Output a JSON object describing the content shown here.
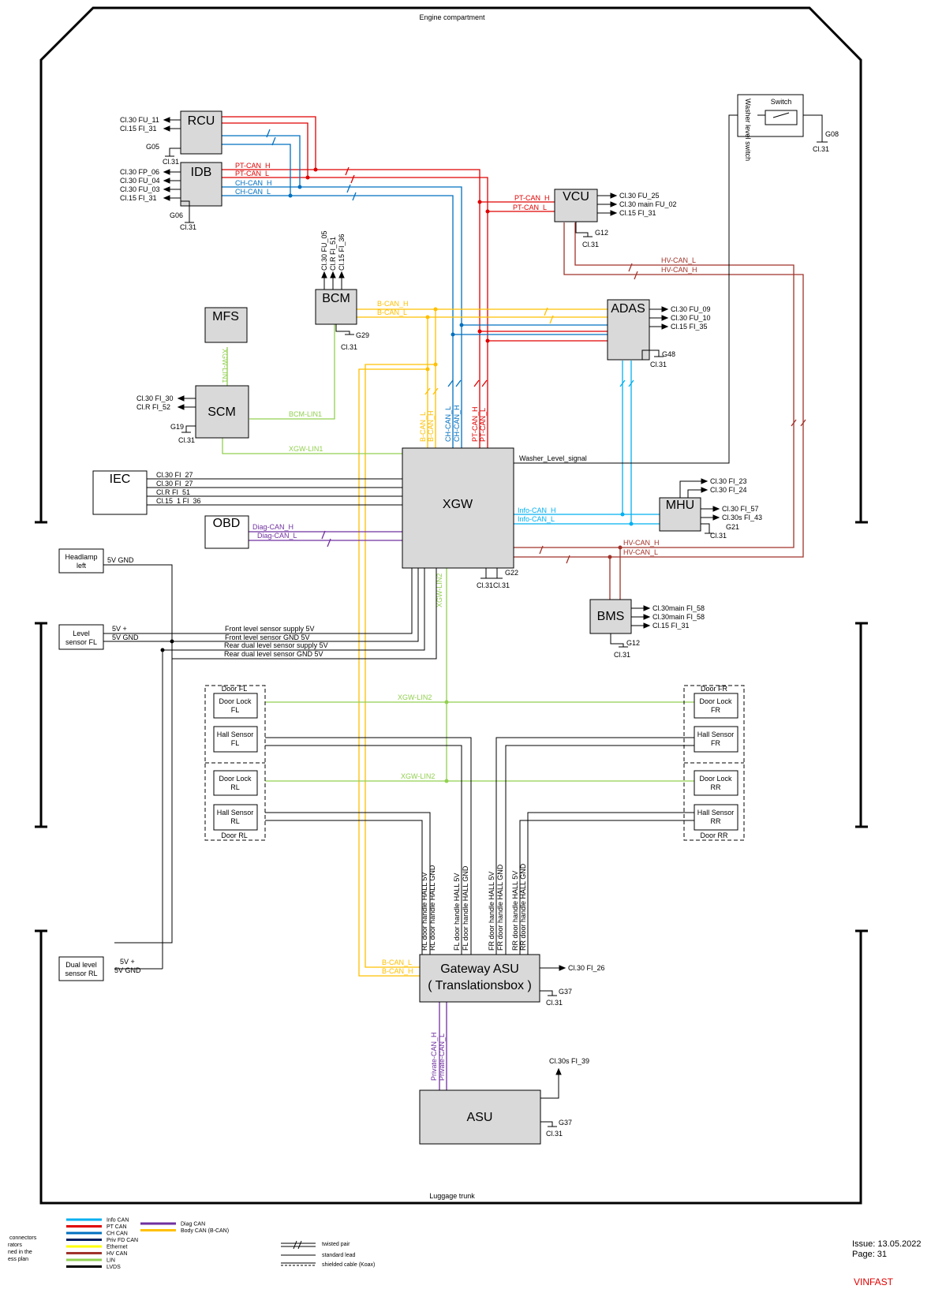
{
  "header": {
    "top": "Engine compartment",
    "bottom": "Luggage trunk"
  },
  "modules": {
    "rcu": "RCU",
    "idb": "IDB",
    "vcu": "VCU",
    "bcm": "BCM",
    "mfs": "MFS",
    "adas": "ADAS",
    "scm": "SCM",
    "iec": "IEC",
    "obd": "OBD",
    "xgw": "XGW",
    "mhu": "MHU",
    "bms": "BMS",
    "switch": "Switch",
    "washer": "Washer level switch",
    "gateway_asu_1": "Gateway ASU",
    "gateway_asu_2": "( Translationsbox )",
    "asu": "ASU"
  },
  "peripherals": {
    "headlamp_left": [
      "Headlamp",
      "left"
    ],
    "level_sensor_fl": [
      "Level",
      "sensor FL"
    ],
    "dual_level_rl": [
      "Dual level",
      "sensor RL"
    ],
    "door_lock_fl": [
      "Door Lock",
      "FL"
    ],
    "hall_sensor_fl": [
      "Hall Sensor",
      "FL"
    ],
    "door_lock_rl": [
      "Door Lock",
      "RL"
    ],
    "hall_sensor_rl": [
      "Hall Sensor",
      "RL"
    ],
    "door_lock_fr": [
      "Door Lock",
      "FR"
    ],
    "hall_sensor_fr": [
      "Hall Sensor",
      "FR"
    ],
    "door_lock_rr": [
      "Door Lock",
      "RR"
    ],
    "hall_sensor_rr": [
      "Hall Sensor",
      "RR"
    ],
    "group_fl": "Door FL",
    "group_rl": "Door RL",
    "group_fr": "Door FR",
    "group_rr": "Door RR"
  },
  "power": {
    "rcu": [
      "Cl.30 FU_11",
      "Cl.15 FI_31"
    ],
    "idb": [
      "Cl.30 FP_06",
      "Cl.30 FU_04",
      "Cl.30 FU_03",
      "Cl.15 FI_31"
    ],
    "vcu": [
      "Cl.30 FU_25",
      "Cl.30 main FU_02",
      "Cl.15 FI_31"
    ],
    "bcm": [
      "Cl.30 FU_05",
      "Cl.R FI_51",
      "Cl.15 FI_36"
    ],
    "adas": [
      "Cl.30 FU_09",
      "Cl.30 FU_10",
      "Cl.15 FI_35"
    ],
    "scm": [
      "Cl.30 FI_30",
      "Cl.R FI_52"
    ],
    "iec": [
      "Cl.30 FI_27",
      "Cl.30 FI_27",
      "Cl.R FI_51",
      "Cl.15_1 FI_36"
    ],
    "mhu": [
      "Cl.30 FI_23",
      "Cl.30 FI_24",
      "Cl.30 FI_57",
      "Cl.30s FI_43"
    ],
    "bms": [
      "Cl.30main FI_58",
      "Cl.30main FI_58",
      "Cl.15 FI_31"
    ],
    "gateway_asu": "Cl.30 FI_26",
    "asu": "Cl.30s FI_39"
  },
  "grounds": {
    "g05": "G05",
    "g06": "G06",
    "g12": "G12",
    "g29": "G29",
    "g48": "G48",
    "g19": "G19",
    "g22": "G22",
    "g21": "G21",
    "g12b": "G12",
    "g08": "G08",
    "g37": "G37",
    "g37b": "G37",
    "cl31": "Cl.31",
    "cl31x2": "Cl.31Cl.31"
  },
  "signals": {
    "pt_can_h": "PT-CAN_H",
    "pt_can_l": "PT-CAN_L",
    "ch_can_h": "CH-CAN_H",
    "ch_can_l": "CH-CAN_L",
    "b_can_h": "B-CAN_H",
    "b_can_l": "B-CAN_L",
    "bcm_lin1": "BCM-LIN1",
    "xgw_lin1": "XGW-LIN1",
    "xgw_lin1_v": "XGW-LIN1",
    "xgw_lin2": "XGW-LIN2",
    "xgw_lin2_b": "XGW-LIN2",
    "xgw_lin2_v": "XGW-LIN2",
    "washer_signal": "Washer_Level_signal",
    "info_can_h": "Info-CAN_H",
    "info_can_l": "Info-CAN_L",
    "hv_can_h": "HV-CAN_H",
    "hv_can_l": "HV-CAN_L",
    "diag_can_h": "Diag-CAN_H",
    "diag_can_l": "Diag-CAN_L",
    "gnd_5v": "5V GND",
    "v5_plus": "5V +",
    "v5_gnd": "5V GND",
    "front_supply": "Front level sensor supply 5V",
    "front_gnd": "Front level sensor GND 5V",
    "rear_supply": "Rear dual level sensor supply 5V",
    "rear_gnd": "Rear dual level sensor GND 5V",
    "private_can_h": "Private-CAN_H",
    "private_can_l": "Private-CAN_L",
    "hall": [
      "RL door handle HALL 5V",
      "RL door handle HALL GND",
      "FL door handle HALL 5V",
      "FL door handle HALL GND",
      "FR door handle HALL 5V",
      "FR door handle HALL GND",
      "RR door handle HALL 5V",
      "RR door handle HALL GND"
    ]
  },
  "legend": {
    "colors": [
      {
        "label": "Info CAN",
        "color": "#00b0f0"
      },
      {
        "label": "PT CAN",
        "color": "#e00000"
      },
      {
        "label": "CH CAN",
        "color": "#0070c0"
      },
      {
        "label": "Priv FD CAN",
        "color": "#002060"
      },
      {
        "label": "Ethernet",
        "color": "#ffff00"
      },
      {
        "label": "HV CAN",
        "color": "#a0332a"
      },
      {
        "label": "LIN",
        "color": "#92d050"
      },
      {
        "label": "LVDS",
        "color": "#000000"
      }
    ],
    "colors2": [
      {
        "label": "Diag CAN",
        "color": "#7030a0"
      },
      {
        "label": "Body CAN (B-CAN)",
        "color": "#ffc000"
      }
    ],
    "lines": [
      "twisted pair",
      "standard lead",
      "shielded cable (Koax)"
    ],
    "notes": [
      "connectors",
      "rators",
      "ned in the",
      "ess plan"
    ]
  },
  "footer": {
    "issue": "Issue:  13.05.2022",
    "page": "Page:     31",
    "brand": "VINFAST"
  }
}
